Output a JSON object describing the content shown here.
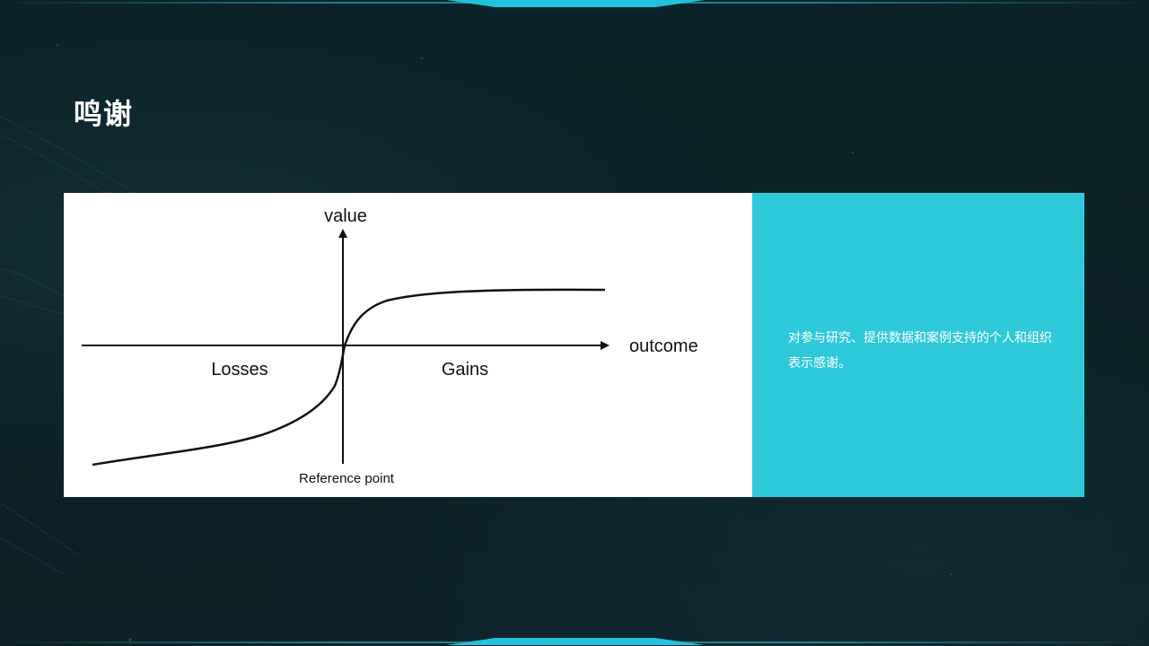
{
  "slide": {
    "title": "鸣谢",
    "acknowledgement": "对参与研究、提供数据和案例支持的个人和组织表示感谢。"
  },
  "diagram": {
    "y_axis_label": "value",
    "x_axis_label": "outcome",
    "left_region_label": "Losses",
    "right_region_label": "Gains",
    "origin_label": "Reference point"
  },
  "colors": {
    "background": "#0b2127",
    "accent": "#20c2dc",
    "panel_cyan": "#2ec9d9",
    "panel_white": "#ffffff",
    "title_text": "#ffffff"
  }
}
